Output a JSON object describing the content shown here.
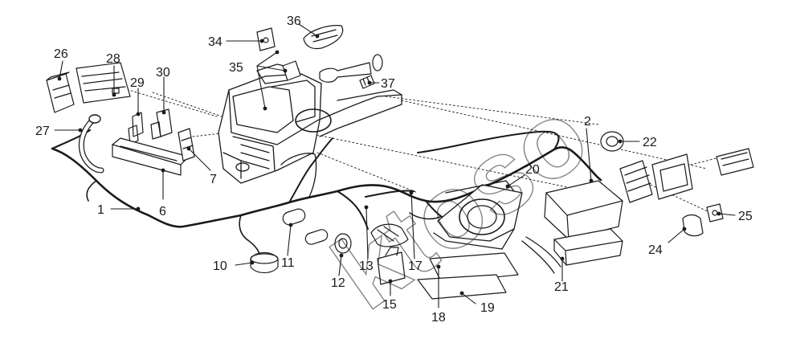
{
  "diagram": {
    "watermark": "ktoso",
    "callouts": [
      {
        "id": "c1",
        "label": "1"
      },
      {
        "id": "c2",
        "label": "2"
      },
      {
        "id": "c6",
        "label": "6"
      },
      {
        "id": "c7",
        "label": "7"
      },
      {
        "id": "c10",
        "label": "10"
      },
      {
        "id": "c11",
        "label": "11"
      },
      {
        "id": "c12",
        "label": "12"
      },
      {
        "id": "c13",
        "label": "13"
      },
      {
        "id": "c15",
        "label": "15"
      },
      {
        "id": "c17",
        "label": "17"
      },
      {
        "id": "c18",
        "label": "18"
      },
      {
        "id": "c19",
        "label": "19"
      },
      {
        "id": "c20",
        "label": "20"
      },
      {
        "id": "c21",
        "label": "21"
      },
      {
        "id": "c22",
        "label": "22"
      },
      {
        "id": "c24",
        "label": "24"
      },
      {
        "id": "c25",
        "label": "25"
      },
      {
        "id": "c26",
        "label": "26"
      },
      {
        "id": "c27",
        "label": "27"
      },
      {
        "id": "c28",
        "label": "28"
      },
      {
        "id": "c29",
        "label": "29"
      },
      {
        "id": "c30",
        "label": "30"
      },
      {
        "id": "c34",
        "label": "34"
      },
      {
        "id": "c35",
        "label": "35"
      },
      {
        "id": "c36",
        "label": "36"
      },
      {
        "id": "c37",
        "label": "37"
      }
    ]
  }
}
